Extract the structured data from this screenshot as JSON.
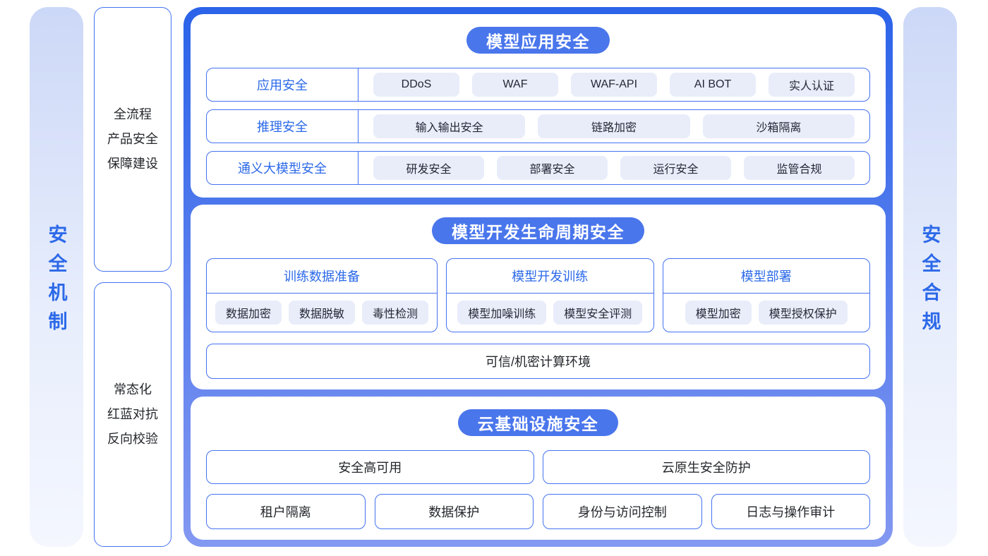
{
  "left_rail": {
    "label": "安全机制"
  },
  "right_rail": {
    "label": "安全合规"
  },
  "left_column": {
    "boxes": [
      {
        "text": "全流程\n产品安全\n保障建设"
      },
      {
        "text": "常态化\n红蓝对抗\n反向校验"
      }
    ]
  },
  "sections": [
    {
      "title": "模型应用安全",
      "rows": [
        {
          "label": "应用安全",
          "chips": [
            "DDoS",
            "WAF",
            "WAF-API",
            "AI BOT",
            "实人认证"
          ]
        },
        {
          "label": "推理安全",
          "chips": [
            "输入输出安全",
            "链路加密",
            "沙箱隔离"
          ]
        },
        {
          "label": "通义大模型安全",
          "chips": [
            "研发安全",
            "部署安全",
            "运行安全",
            "监管合规"
          ]
        }
      ]
    },
    {
      "title": "模型开发生命周期安全",
      "columns": [
        {
          "title": "训练数据准备",
          "chips": [
            "数据加密",
            "数据脱敏",
            "毒性检测"
          ]
        },
        {
          "title": "模型开发训练",
          "chips": [
            "模型加噪训练",
            "模型安全评测"
          ]
        },
        {
          "title": "模型部署",
          "chips": [
            "模型加密",
            "模型授权保护"
          ]
        }
      ],
      "footer": "可信/机密计算环境"
    },
    {
      "title": "云基础设施安全",
      "row1": [
        "安全高可用",
        "云原生安全防护"
      ],
      "row2": [
        "租户隔离",
        "数据保护",
        "身份与访问控制",
        "日志与操作审计"
      ]
    }
  ],
  "colors": {
    "frame_blue_top": "#2b63e9",
    "frame_blue_bottom": "#8398f1",
    "pill_blue": "#4a76ec",
    "border_blue": "#4472f1",
    "accent_text_blue": "#2b69e8",
    "chip_background": "#e9edfa",
    "dark_text": "#25272c",
    "rail_gradient_top": "#ccd8f7",
    "rail_gradient_bottom": "#f4f7fe"
  }
}
